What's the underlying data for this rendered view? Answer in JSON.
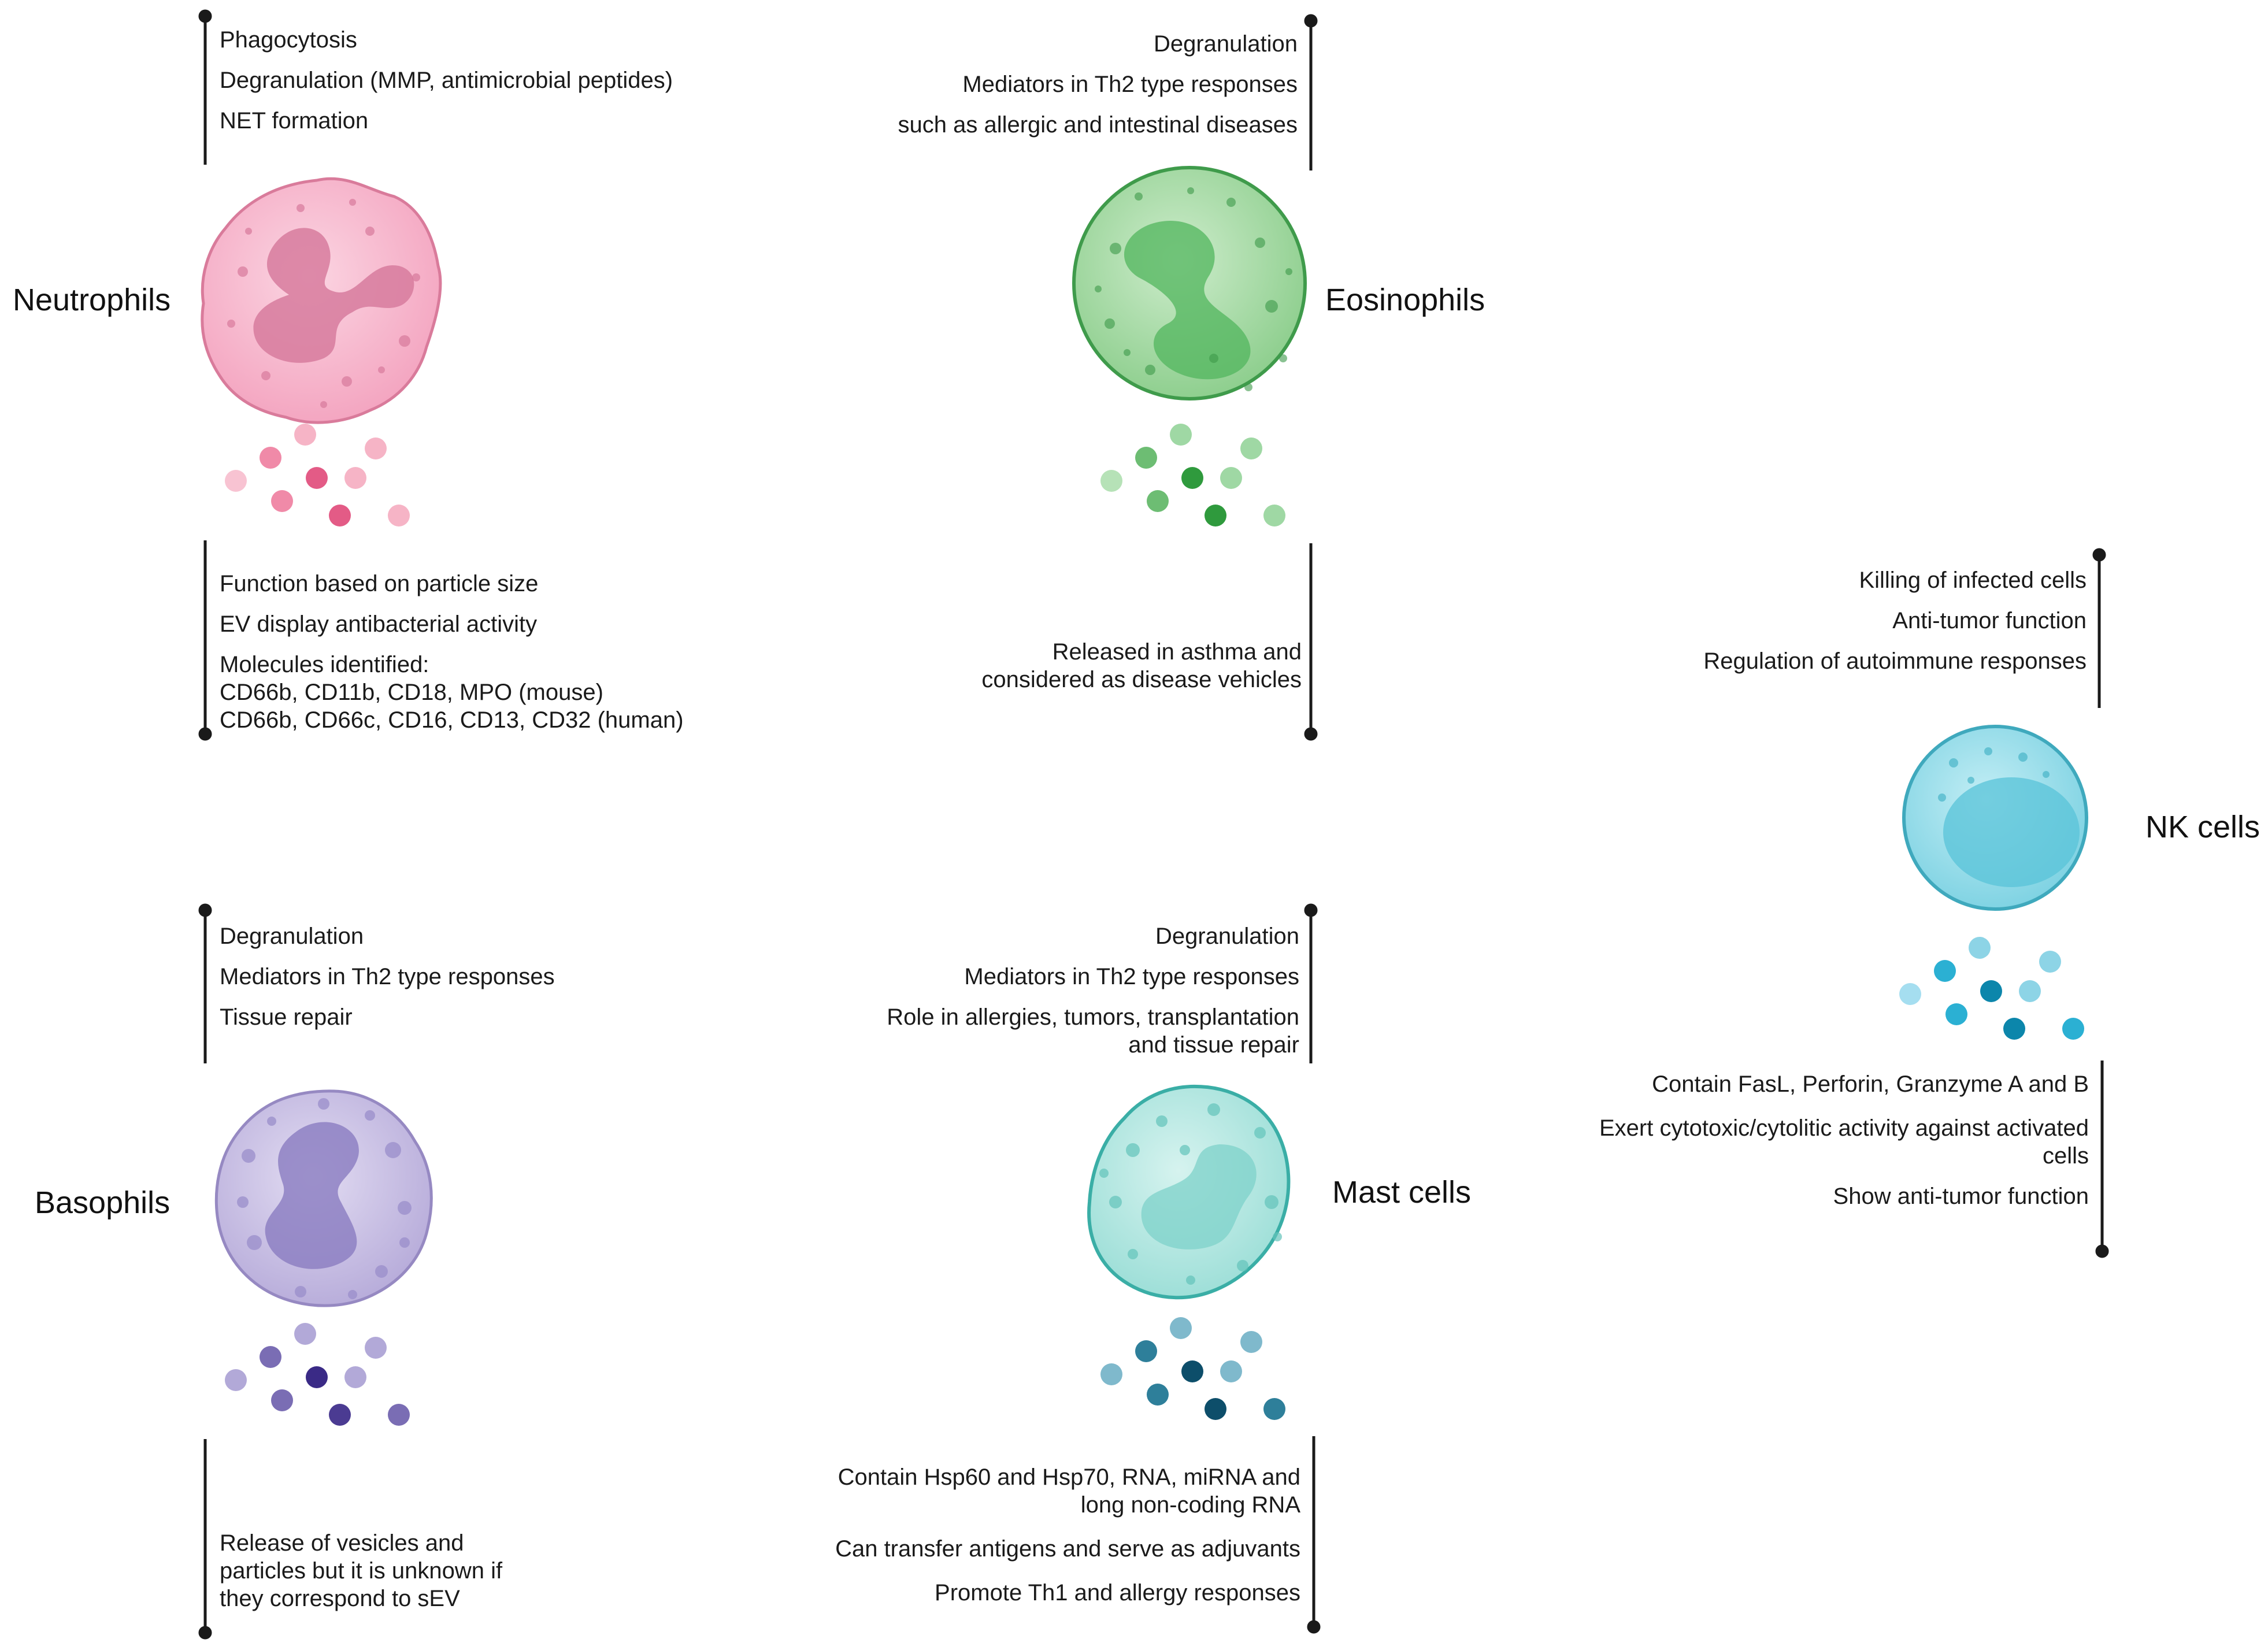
{
  "labels": {
    "neutrophils": "Neutrophils",
    "eosinophils": "Eosinophils",
    "nk_cells": "NK cells",
    "basophils": "Basophils",
    "mast_cells": "Mast cells"
  },
  "neutrophils": {
    "functions": [
      "Phagocytosis",
      "Degranulation (MMP, antimicrobial peptides)",
      "NET formation"
    ],
    "ev": [
      "Function based on particle size",
      "EV display antibacterial activity",
      "Molecules identified:\nCD66b, CD11b, CD18, MPO (mouse)\nCD66b, CD66c, CD16, CD13, CD32 (human)"
    ]
  },
  "eosinophils": {
    "functions": [
      "Degranulation",
      "Mediators in Th2 type responses",
      "such as allergic and intestinal diseases"
    ],
    "ev": [
      "Released in asthma and\nconsidered as disease vehicles"
    ]
  },
  "nk_cells": {
    "functions": [
      "Killing of infected cells",
      "Anti-tumor function",
      "Regulation of autoimmune responses"
    ],
    "ev": [
      "Contain FasL, Perforin, Granzyme A and B",
      "Exert cytotoxic/cytolitic activity against activated\ncells",
      "Show anti-tumor function"
    ]
  },
  "basophils": {
    "functions": [
      "Degranulation",
      "Mediators in Th2 type responses",
      "Tissue repair"
    ],
    "ev": [
      "Release of vesicles and\nparticles but it is unknown if\nthey correspond to sEV"
    ]
  },
  "mast_cells": {
    "functions": [
      "Degranulation",
      "Mediators in Th2 type responses",
      "Role in allergies, tumors, transplantation\nand tissue repair"
    ],
    "ev": [
      "Contain Hsp60 and Hsp70, RNA, miRNA and\nlong non-coding RNA",
      "Can transfer antigens and serve as adjuvants",
      "Promote Th1 and allergy responses"
    ]
  },
  "colors": {
    "neutrophil": "#f7b6cc",
    "eosinophil": "#8fcf8f",
    "nk": "#8fdbe8",
    "basophil": "#c6bde3",
    "mast": "#a7e3dd"
  }
}
